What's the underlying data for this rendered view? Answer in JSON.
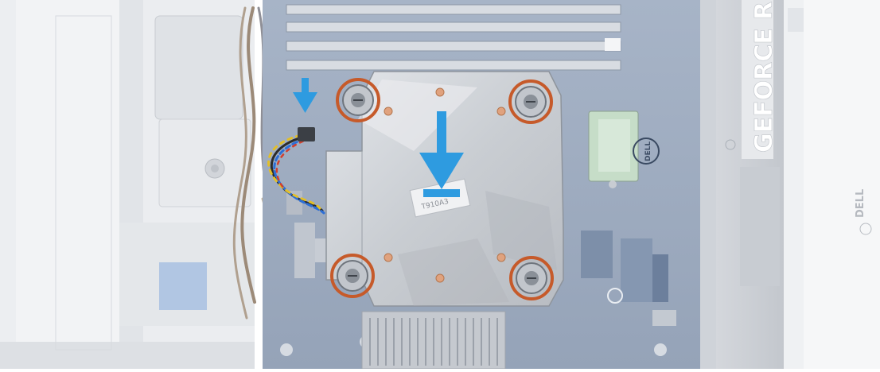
{
  "figure": {
    "subject": "cpu-heatsink-installation",
    "step": "align-and-tighten-captive-screws",
    "accent_color": "#2e9be0",
    "highlight_color": "#c65a2a"
  },
  "labels": {
    "gpu_brand": "GEFORCE R",
    "case_logo": "DELL",
    "motherboard_logo": "DELL",
    "heatsink_label": "T910A3"
  },
  "screws": {
    "count": 4,
    "highlighted": true
  },
  "callouts": {
    "fan_cable_arrow": "arrow-down",
    "heatsink_arrow": "arrow-down"
  }
}
